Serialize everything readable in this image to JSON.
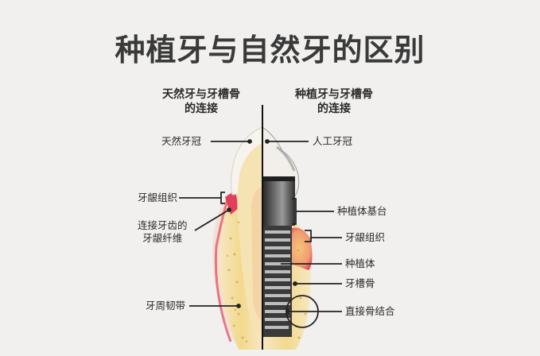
{
  "title": "种植牙与自然牙的区别",
  "left_heading": {
    "line1": "天然牙与牙槽骨",
    "line2": "的连接"
  },
  "right_heading": {
    "line1": "种植牙与牙槽骨",
    "line2": "的连接"
  },
  "left_labels": [
    {
      "id": "natural-crown",
      "text": "天然牙冠"
    },
    {
      "id": "gum-tissue-left",
      "text": "牙龈组织"
    },
    {
      "id": "gum-fibers",
      "line1": "连接牙齿的",
      "line2": "牙龈纤维"
    },
    {
      "id": "periodontal-ligament",
      "text": "牙周韧带"
    }
  ],
  "right_labels": [
    {
      "id": "artificial-crown",
      "text": "人工牙冠"
    },
    {
      "id": "implant-abutment",
      "text": "种植体基台"
    },
    {
      "id": "gum-tissue-right",
      "text": "牙龈组织"
    },
    {
      "id": "implant-body",
      "text": "种植体"
    },
    {
      "id": "alveolar-bone",
      "text": "牙槽骨"
    },
    {
      "id": "osseointegration",
      "text": "直接骨结合"
    }
  ],
  "colors": {
    "background": "#f1f0ef",
    "title": "#3a3a3a",
    "gum": "#e0405a",
    "bone": "#f3d98a",
    "dentin": "#f6e3b4",
    "enamel": "#f4f1ea",
    "implant": "#3b3b3b"
  }
}
